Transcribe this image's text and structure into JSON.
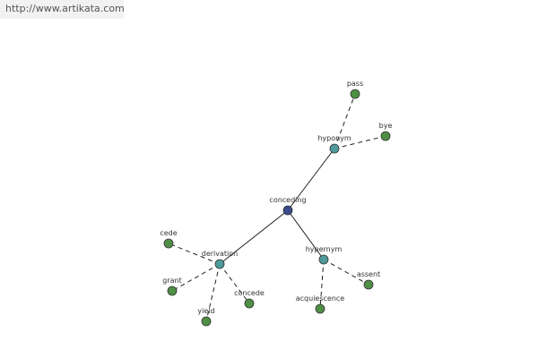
{
  "header": {
    "url": "http://www.artikata.com"
  },
  "graph": {
    "colors": {
      "center": "#3b4a8c",
      "relation": "#4f9a9a",
      "leaf": "#4f8f45"
    },
    "nodes": [
      {
        "id": "conceding",
        "label": "conceding",
        "kind": "center"
      },
      {
        "id": "hyponym",
        "label": "hyponym",
        "kind": "relation"
      },
      {
        "id": "derivation",
        "label": "derivation",
        "kind": "relation"
      },
      {
        "id": "hypernym",
        "label": "hypernym",
        "kind": "relation"
      },
      {
        "id": "pass",
        "label": "pass",
        "kind": "leaf"
      },
      {
        "id": "bye",
        "label": "bye",
        "kind": "leaf"
      },
      {
        "id": "cede",
        "label": "cede",
        "kind": "leaf"
      },
      {
        "id": "grant",
        "label": "grant",
        "kind": "leaf"
      },
      {
        "id": "yield",
        "label": "yield",
        "kind": "leaf"
      },
      {
        "id": "concede",
        "label": "concede",
        "kind": "leaf"
      },
      {
        "id": "acquiescence",
        "label": "acquiescence",
        "kind": "leaf"
      },
      {
        "id": "assent",
        "label": "assent",
        "kind": "leaf"
      }
    ],
    "edges": [
      {
        "from": "conceding",
        "to": "hyponym",
        "style": "solid"
      },
      {
        "from": "conceding",
        "to": "derivation",
        "style": "solid"
      },
      {
        "from": "conceding",
        "to": "hypernym",
        "style": "solid"
      },
      {
        "from": "hyponym",
        "to": "pass",
        "style": "dashed"
      },
      {
        "from": "hyponym",
        "to": "bye",
        "style": "dashed"
      },
      {
        "from": "derivation",
        "to": "cede",
        "style": "dashed"
      },
      {
        "from": "derivation",
        "to": "grant",
        "style": "dashed"
      },
      {
        "from": "derivation",
        "to": "yield",
        "style": "dashed"
      },
      {
        "from": "derivation",
        "to": "concede",
        "style": "dashed"
      },
      {
        "from": "hypernym",
        "to": "acquiescence",
        "style": "dashed"
      },
      {
        "from": "hypernym",
        "to": "assent",
        "style": "dashed"
      }
    ]
  }
}
